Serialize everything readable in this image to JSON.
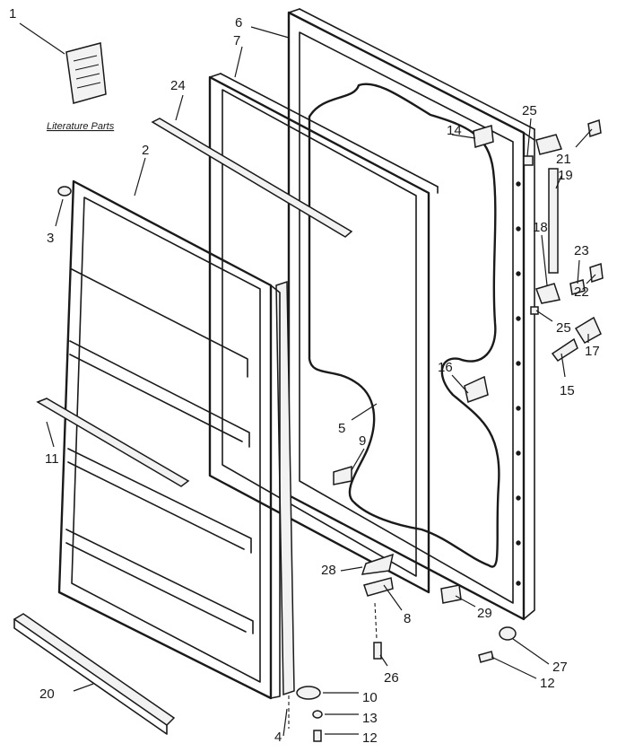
{
  "diagram": {
    "caption": "Literature Parts",
    "callouts": [
      "1",
      "2",
      "3",
      "4",
      "5",
      "6",
      "7",
      "8",
      "9",
      "10",
      "11",
      "12",
      "12",
      "13",
      "14",
      "15",
      "16",
      "17",
      "18",
      "19",
      "20",
      "21",
      "22",
      "23",
      "24",
      "25",
      "25",
      "26",
      "27",
      "28",
      "29"
    ]
  }
}
